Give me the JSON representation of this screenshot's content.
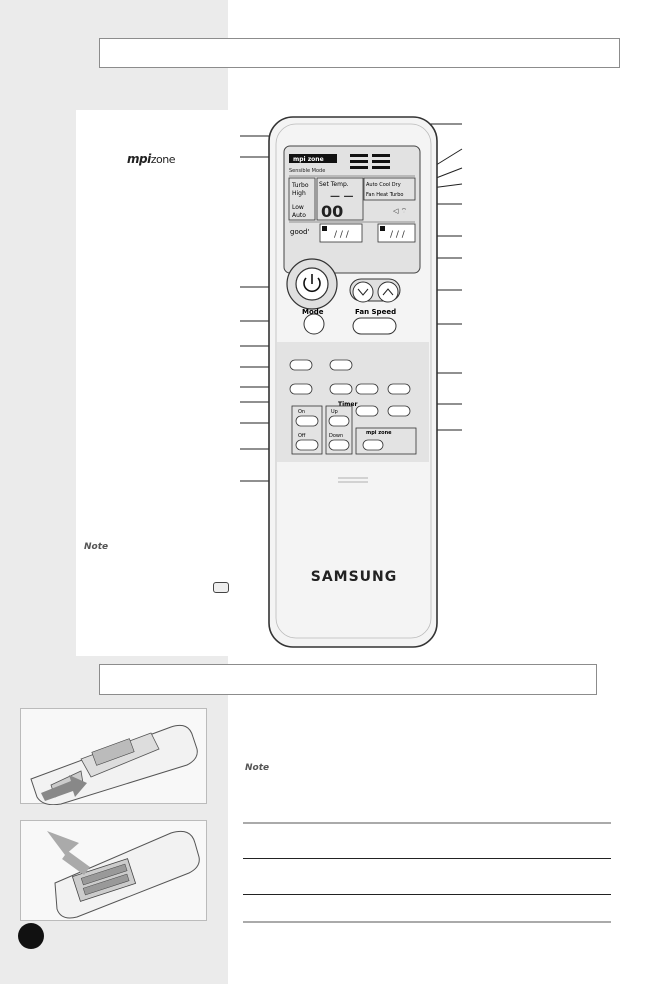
{
  "logo": {
    "mpi": "mpi",
    "zone": "zone"
  },
  "notes": {
    "note1": "Note",
    "note2": "Note"
  },
  "remote": {
    "brand": "SAMSUNG",
    "display": {
      "logo": "mpi zone",
      "logo_sub": "Sensible Mode",
      "set_temp": "Set Temp.",
      "turbo": "Turbo",
      "high": "High",
      "low": "Low",
      "auto": "Auto",
      "auto_cool_dry": "Auto Cool Dry",
      "fan_heat_turbo": "Fan Heat Turbo",
      "good": "good'",
      "digits": "00"
    },
    "buttons": {
      "mode": "Mode",
      "fan_speed": "Fan Speed",
      "timer": "Timer",
      "on": "On",
      "off": "Off",
      "up": "Up",
      "down": "Down",
      "mpi_zone": "mpi zone"
    }
  }
}
